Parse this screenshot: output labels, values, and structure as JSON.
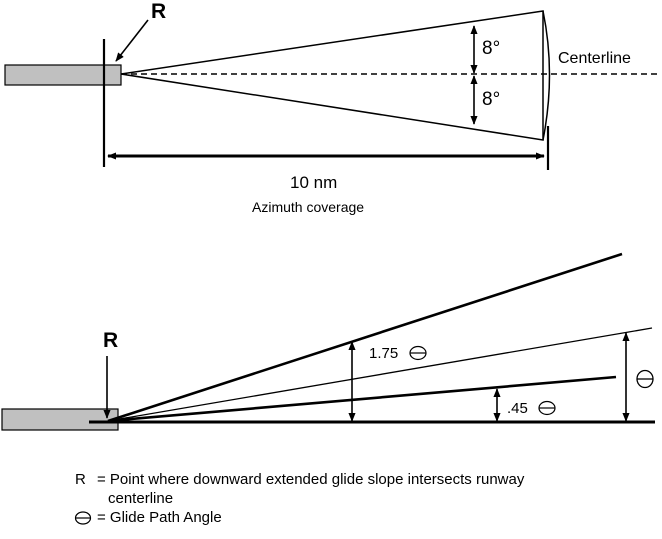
{
  "top_diagram": {
    "point_label": "R",
    "upper_angle": "8°",
    "lower_angle": "8°",
    "centerline_label": "Centerline",
    "distance_label": "10 nm",
    "caption": "Azimuth coverage"
  },
  "bottom_diagram": {
    "point_label": "R",
    "upper_angle": "1.75",
    "lower_angle": ".45"
  },
  "legend": {
    "r_key": "R",
    "r_desc_line1": "= Point where downward extended glide slope intersects runway",
    "r_desc_line2": "centerline",
    "theta_desc": "= Glide Path Angle"
  }
}
